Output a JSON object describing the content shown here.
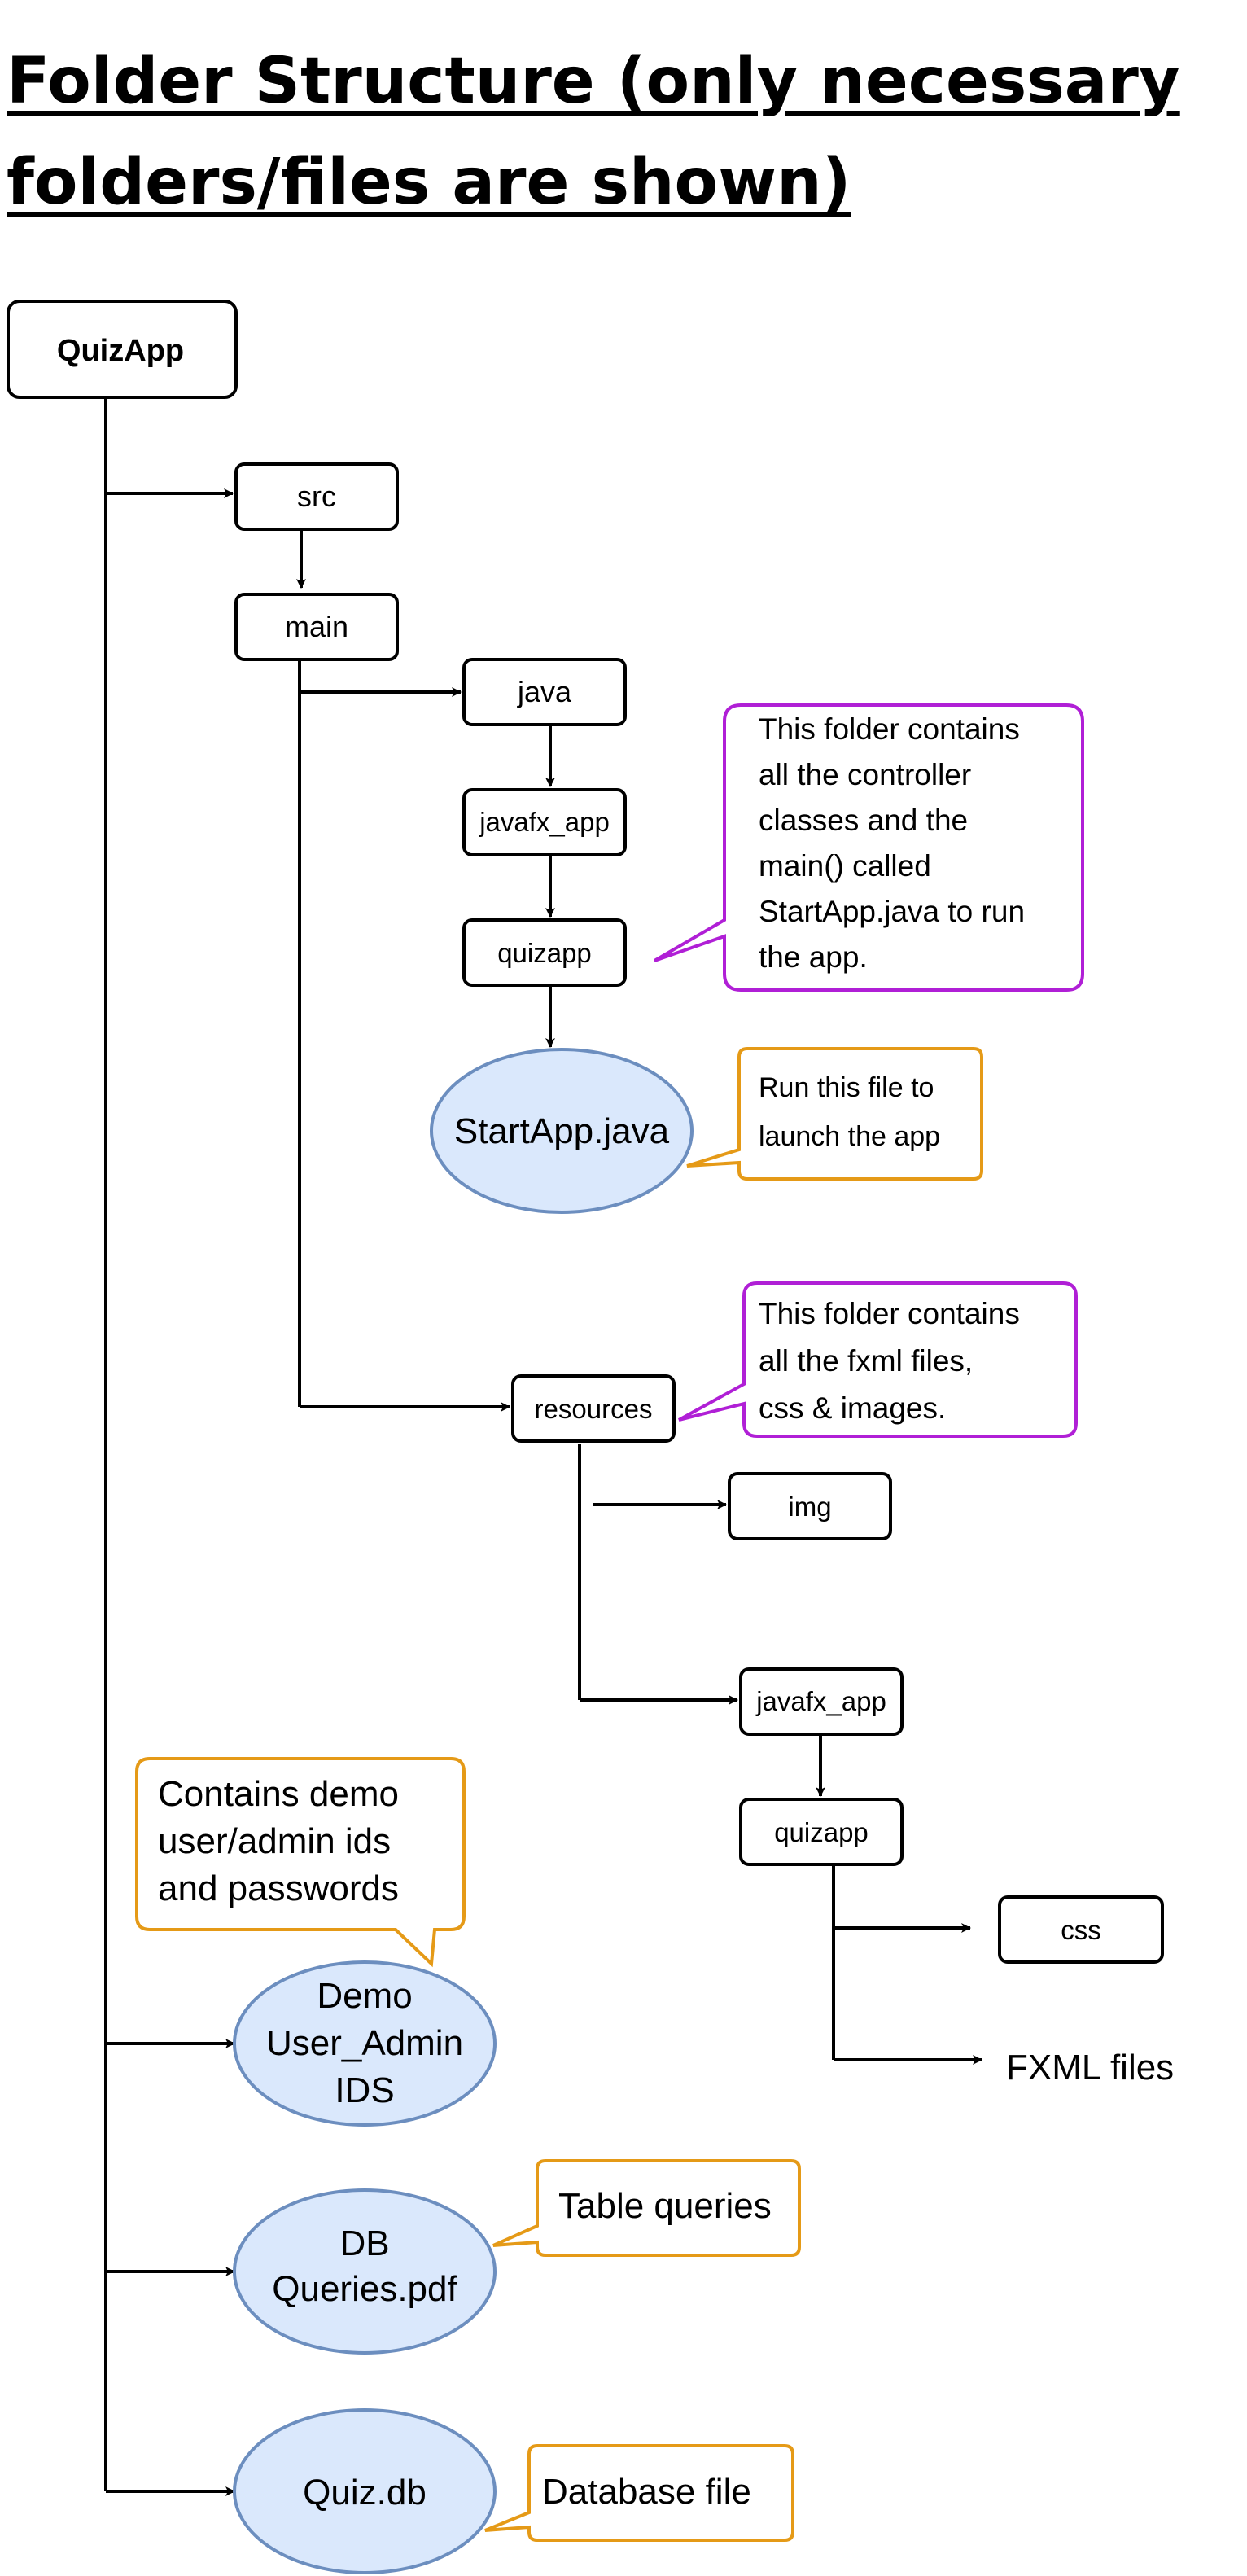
{
  "title": "Folder Structure (only necessary folders/files are shown)",
  "nodes": {
    "quizapp_root": "QuizApp",
    "src": "src",
    "main": "main",
    "java": "java",
    "javafx_app_java": "javafx_app",
    "quizapp_java": "quizapp",
    "startapp": "StartApp.java",
    "resources": "resources",
    "img": "img",
    "javafx_app_res": "javafx_app",
    "quizapp_res": "quizapp",
    "css": "css",
    "fxml": "FXML files",
    "demo_ids": [
      "Demo",
      "User_Admin",
      "IDS"
    ],
    "db_queries": [
      "DB",
      "Queries.pdf"
    ],
    "quiz_db": "Quiz.db"
  },
  "callouts": {
    "controller": [
      "This folder contains",
      "all the controller",
      "classes and the",
      "main() called",
      "StartApp.java to run",
      "the app."
    ],
    "run": [
      "Run this file to",
      "launch the app"
    ],
    "resources": [
      "This folder contains",
      "all the fxml files,",
      "css & images."
    ],
    "demo": [
      "Contains demo",
      "user/admin ids",
      "and passwords"
    ],
    "table": "Table queries",
    "database": "Database file"
  },
  "colors": {
    "line": "#000000",
    "ellipse_fill": "#dae8fc",
    "ellipse_stroke": "#6c8ebf",
    "callout_purple": "#b01fd6",
    "callout_orange": "#e59a17"
  }
}
